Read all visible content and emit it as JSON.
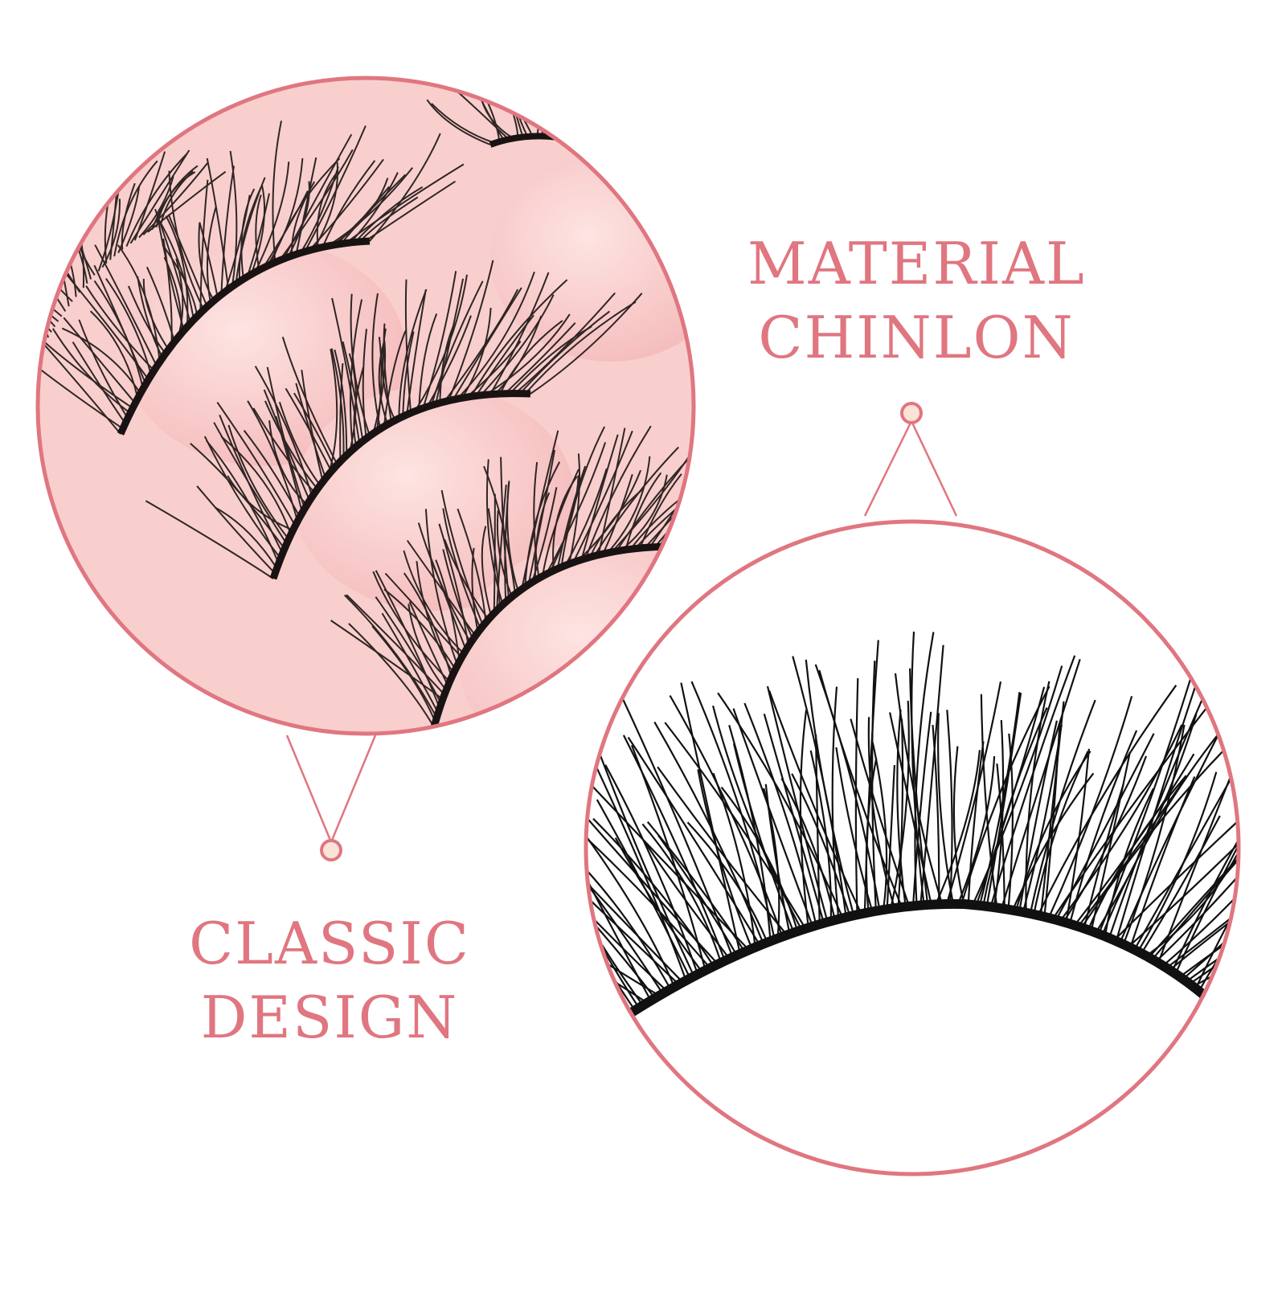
{
  "callouts": [
    {
      "line1": "MATERIAL",
      "line2": "CHINLON"
    },
    {
      "line1": "CLASSIC",
      "line2": "DESIGN"
    }
  ],
  "colors": {
    "accent": "#e07680",
    "tray_pink": "#f7c6c6",
    "tray_highlight": "#fde4e2",
    "lash": "#1a1313",
    "dot_fill": "#fbe3d8",
    "background": "#ffffff"
  },
  "icons": [
    "closeup-photo-lash-trays",
    "closeup-photo-single-lash",
    "connector-dot"
  ]
}
